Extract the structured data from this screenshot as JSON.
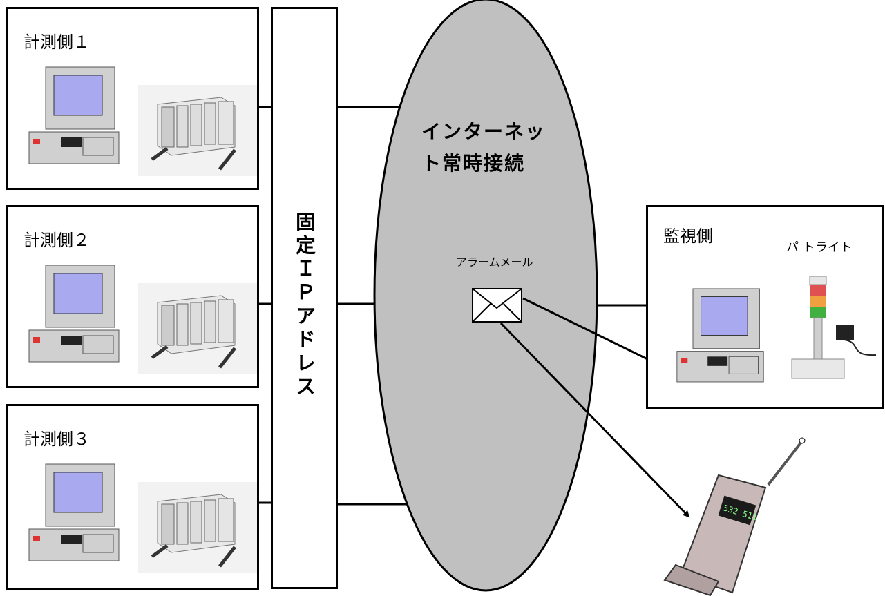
{
  "sites": [
    {
      "label": "計測側１"
    },
    {
      "label": "計測側２"
    },
    {
      "label": "計測側３"
    }
  ],
  "ip_label": "固定ＩＰアドレス",
  "network": {
    "line1": "インターネッ",
    "line2": "ト常時接続"
  },
  "alarm_label": "アラームメール",
  "monitor": {
    "label": "監視側",
    "patlite_label": "パ トライト"
  },
  "phone": {
    "display": "532 511"
  },
  "colors": {
    "cloud": "#c0c0c0",
    "screen": "#a9a9f0",
    "pc_body": "#d0d0d0"
  }
}
